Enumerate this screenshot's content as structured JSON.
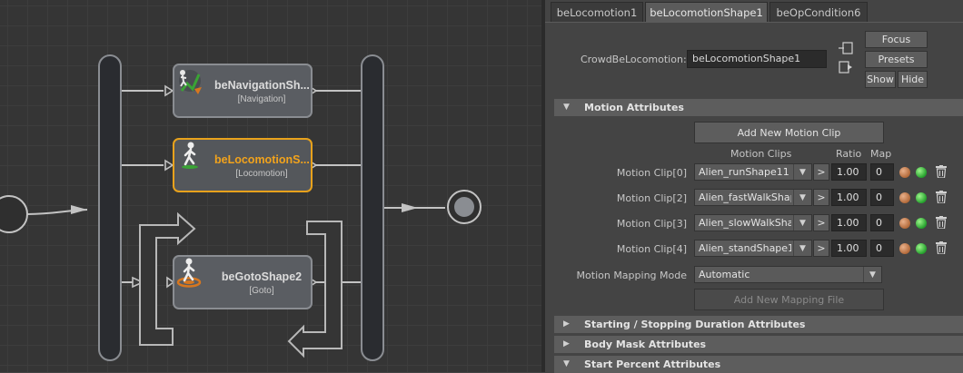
{
  "nodes": [
    {
      "title": "beNavigationSh...",
      "subtitle": "[Navigation]",
      "icon": "navigation-icon"
    },
    {
      "title": "beLocomotionS...",
      "subtitle": "[Locomotion]",
      "icon": "walking-figure-icon"
    },
    {
      "title": "beGotoShape2",
      "subtitle": "[Goto]",
      "icon": "goto-target-icon"
    }
  ],
  "tabs": [
    {
      "label": "beLocomotion1"
    },
    {
      "label": "beLocomotionShape1"
    },
    {
      "label": "beOpCondition6"
    }
  ],
  "header": {
    "crowd_label": "CrowdBeLocomotion:",
    "crowd_value": "beLocomotionShape1",
    "focus": "Focus",
    "presets": "Presets",
    "show": "Show",
    "hide": "Hide"
  },
  "motion": {
    "section_title": "Motion Attributes",
    "add_clip": "Add New Motion Clip",
    "col_clips": "Motion Clips",
    "col_ratio": "Ratio",
    "col_map": "Map",
    "clips": [
      {
        "label": "Motion Clip[0]",
        "clip": "Alien_runShape11",
        "arrow": ">",
        "ratio": "1.00",
        "map": "0"
      },
      {
        "label": "Motion Clip[2]",
        "clip": "Alien_fastWalkShape",
        "arrow": ">",
        "ratio": "1.00",
        "map": "0"
      },
      {
        "label": "Motion Clip[3]",
        "clip": "Alien_slowWalkShap",
        "arrow": ">",
        "ratio": "1.00",
        "map": "0"
      },
      {
        "label": "Motion Clip[4]",
        "clip": "Alien_standShape1",
        "arrow": ">",
        "ratio": "1.00",
        "map": "0"
      }
    ],
    "mapping_label": "Motion Mapping Mode",
    "mapping_value": "Automatic",
    "add_mapping": "Add New Mapping File"
  },
  "sections": [
    {
      "title": "Starting / Stopping Duration Attributes"
    },
    {
      "title": "Body Mask Attributes"
    },
    {
      "title": "Start Percent Attributes"
    }
  ],
  "colors": {
    "selected_border": "#e8a21c",
    "graph_bg": "#353535",
    "panel_bg": "#444444",
    "status_green": "#24a02c",
    "status_orange": "#b36a3a"
  }
}
